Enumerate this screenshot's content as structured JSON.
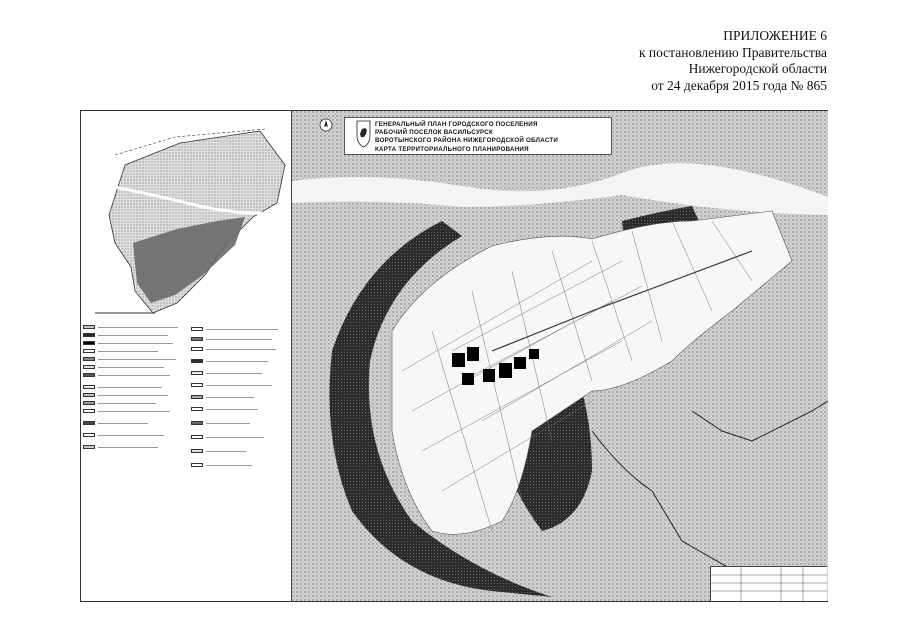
{
  "header": {
    "line1": "ПРИЛОЖЕНИЕ 6",
    "line2": "к постановлению Правительства",
    "line3": "Нижегородской области",
    "line4": "от 24 декабря 2015 года № 865"
  },
  "map_title": {
    "line1": "ГЕНЕРАЛЬНЫЙ ПЛАН ГОРОДСКОГО ПОСЕЛЕНИЯ",
    "line2": "РАБОЧИЙ ПОСЕЛОК ВАСИЛЬСУРСК",
    "line3": "ВОРОТЫНСКОГО РАЙОНА НИЖЕГОРОДСКОЙ ОБЛАСТИ",
    "line4": "КАРТА ТЕРРИТОРИАЛЬНОГО ПЛАНИРОВАНИЯ"
  },
  "colors": {
    "forest": "#c8c8c8",
    "dark": "#2a2a2a",
    "black": "#000000",
    "paper": "#ffffff",
    "road": "#ffffff",
    "boundary": "#222222"
  },
  "icons": {
    "north_arrow": "north-arrow-icon",
    "emblem": "nizhny-novgorod-emblem-icon"
  }
}
